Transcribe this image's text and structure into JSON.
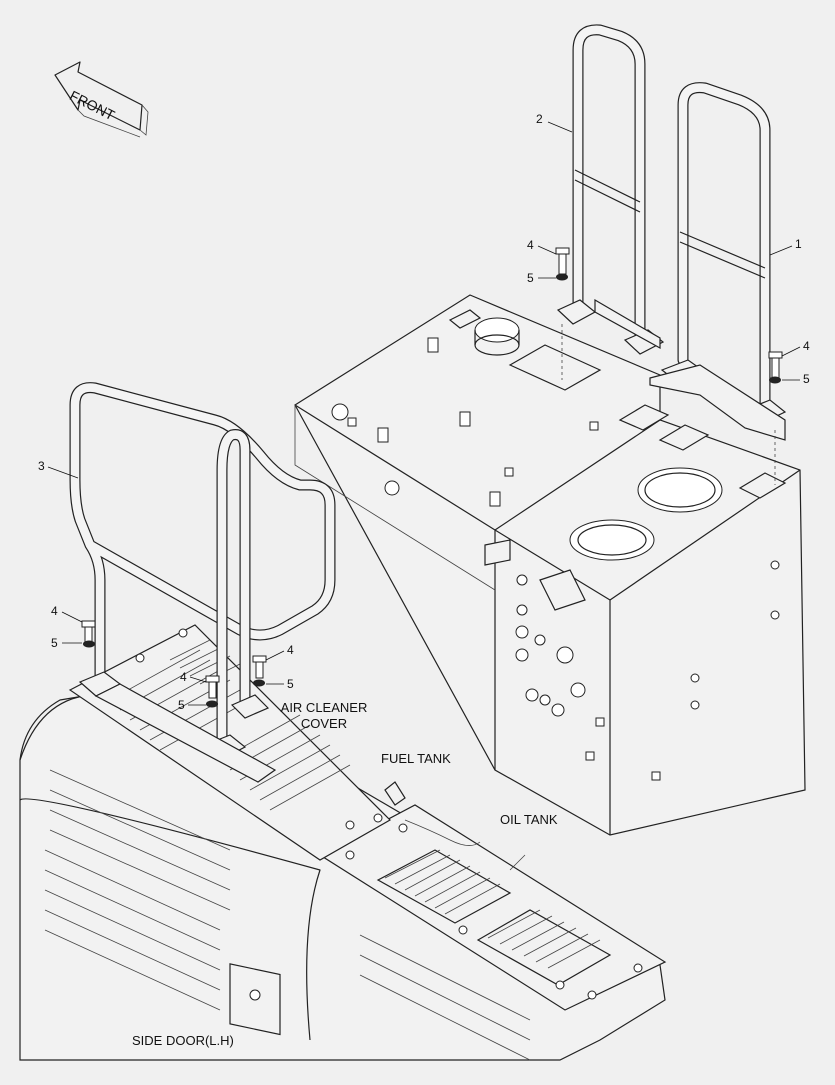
{
  "front_label": "FRONT",
  "components": {
    "air_cleaner_cover": [
      "AIR CLEANER",
      "COVER"
    ],
    "fuel_tank": "FUEL TANK",
    "oil_tank": "OIL TANK",
    "side_door": "SIDE DOOR(L.H)"
  },
  "callouts": {
    "handrail_1": "1",
    "handrail_2": "2",
    "handrail_3": "3",
    "bolt": "4",
    "washer": "5"
  }
}
